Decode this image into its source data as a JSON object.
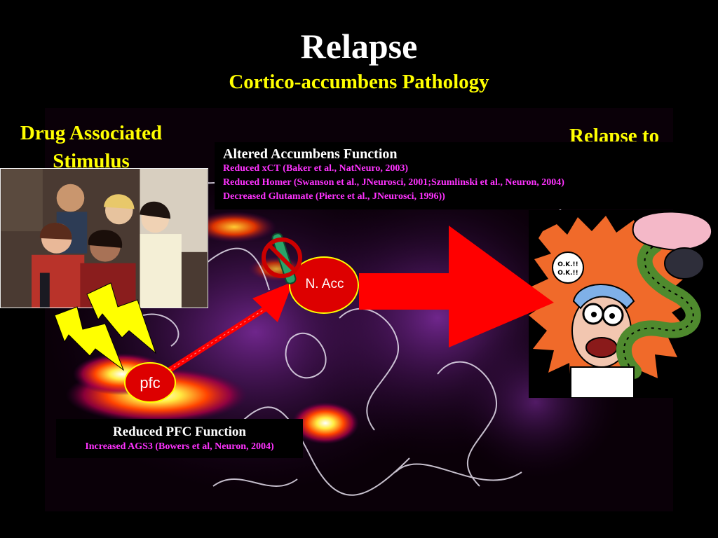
{
  "slide": {
    "title": "Relapse",
    "subtitle": "Cortico-accumbens Pathology"
  },
  "labels": {
    "stimulus_line1": "Drug Associated",
    "stimulus_line2": "Stimulus",
    "relapse": "Relapse to"
  },
  "accumbens_box": {
    "heading": "Altered Accumbens Function",
    "lines": [
      "Reduced xCT  (Baker et al., NatNeuro, 2003)",
      "Reduced Homer (Swanson et al., JNeurosci, 2001;Szumlinski et al., Neuron, 2004)",
      "Decreased Glutamate (Pierce et al., JNeurosci, 1996))"
    ]
  },
  "pfc_box": {
    "heading": "Reduced PFC Function",
    "lines": [
      "Increased AGS3  (Bowers et al, Neuron, 2004)"
    ]
  },
  "nodes": {
    "nacc": "N. Acc",
    "pfc": "pfc"
  },
  "colors": {
    "title": "#ffffff",
    "accent": "#ffff00",
    "citation": "#ff33ff",
    "arrow": "#ff0000",
    "node_fill": "#dd0000",
    "node_border": "#ffff00",
    "prohibition": "#cc0000"
  },
  "icons": {
    "prohibition": "no-entry-symbol",
    "lightning": "lightning-bolt",
    "syringe": "syringe-icon"
  }
}
